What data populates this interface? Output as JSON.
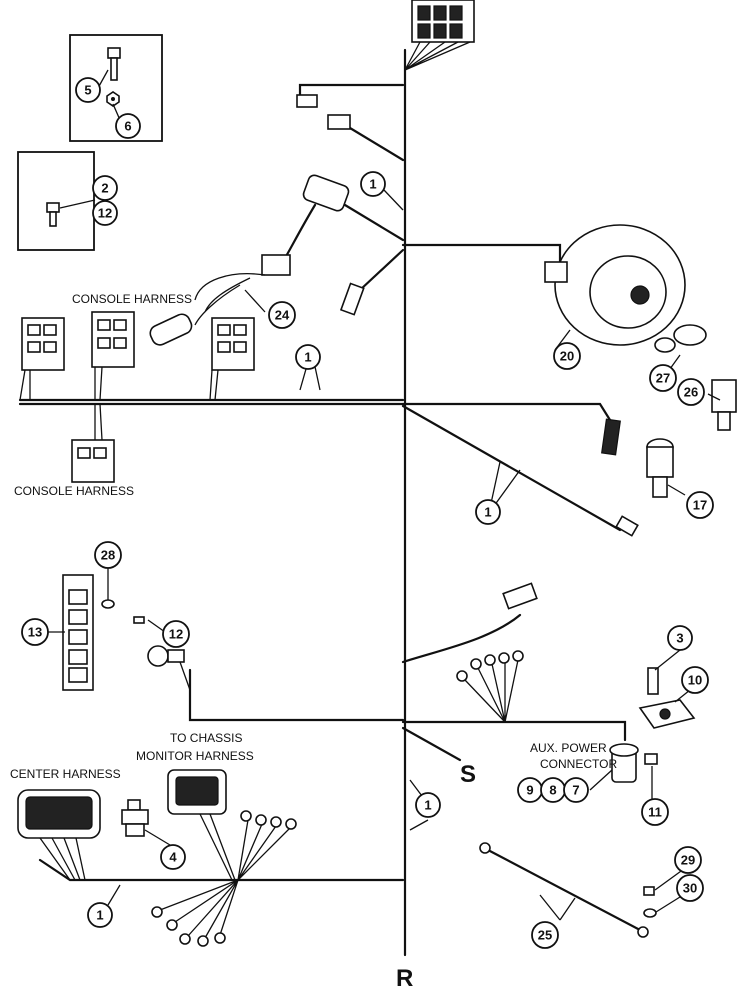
{
  "labels": {
    "console_harness_top": "CONSOLE HARNESS",
    "console_harness_bottom": "CONSOLE HARNESS",
    "center_harness": "CENTER HARNESS",
    "to_chassis_line1": "TO CHASSIS",
    "to_chassis_line2": "MONITOR HARNESS",
    "aux_line1": "AUX. POWER",
    "aux_line2": "CONNECTOR",
    "continuation_s": "S",
    "continuation_r": "R"
  },
  "callouts": {
    "c1a": "1",
    "c1b": "1",
    "c1c": "1",
    "c1d": "1",
    "c1e": "1",
    "c2": "2",
    "c3": "3",
    "c4": "4",
    "c5": "5",
    "c6": "6",
    "c7": "7",
    "c8": "8",
    "c9": "9",
    "c10": "10",
    "c11": "11",
    "c12a": "12",
    "c12b": "12",
    "c13": "13",
    "c17": "17",
    "c20": "20",
    "c24": "24",
    "c25": "25",
    "c26": "26",
    "c27": "27",
    "c28": "28",
    "c29": "29",
    "c30": "30"
  }
}
